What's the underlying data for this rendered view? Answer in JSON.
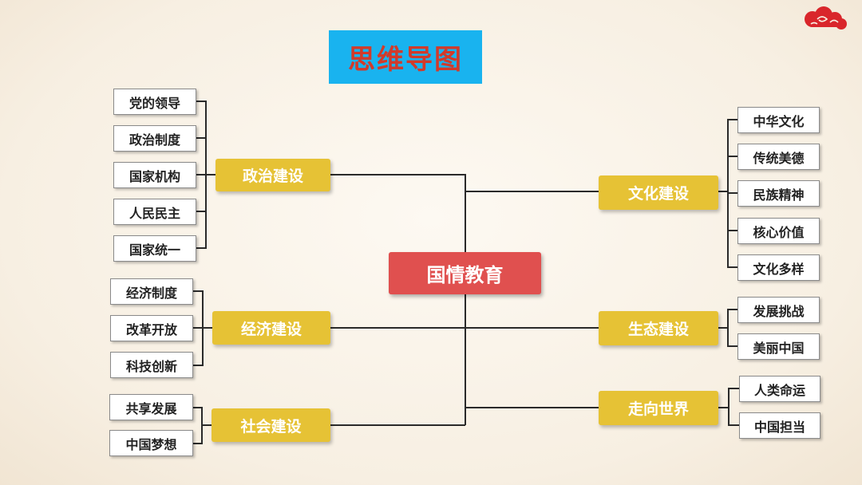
{
  "title": "思维导图",
  "center": "国情教育",
  "colors": {
    "branch": "#e6c235",
    "center": "#e0504f",
    "title_bg": "#19b3ef",
    "title_text": "#d23a2a"
  },
  "decoration": "cloud-icon",
  "left_branches": [
    {
      "label": "政治建设",
      "items": [
        "党的领导",
        "政治制度",
        "国家机构",
        "人民民主",
        "国家统一"
      ]
    },
    {
      "label": "经济建设",
      "items": [
        "经济制度",
        "改革开放",
        "科技创新"
      ]
    },
    {
      "label": "社会建设",
      "items": [
        "共享发展",
        "中国梦想"
      ]
    }
  ],
  "right_branches": [
    {
      "label": "文化建设",
      "items": [
        "中华文化",
        "传统美德",
        "民族精神",
        "核心价值",
        "文化多样"
      ]
    },
    {
      "label": "生态建设",
      "items": [
        "发展挑战",
        "美丽中国"
      ]
    },
    {
      "label": "走向世界",
      "items": [
        "人类命运",
        "中国担当"
      ]
    }
  ]
}
